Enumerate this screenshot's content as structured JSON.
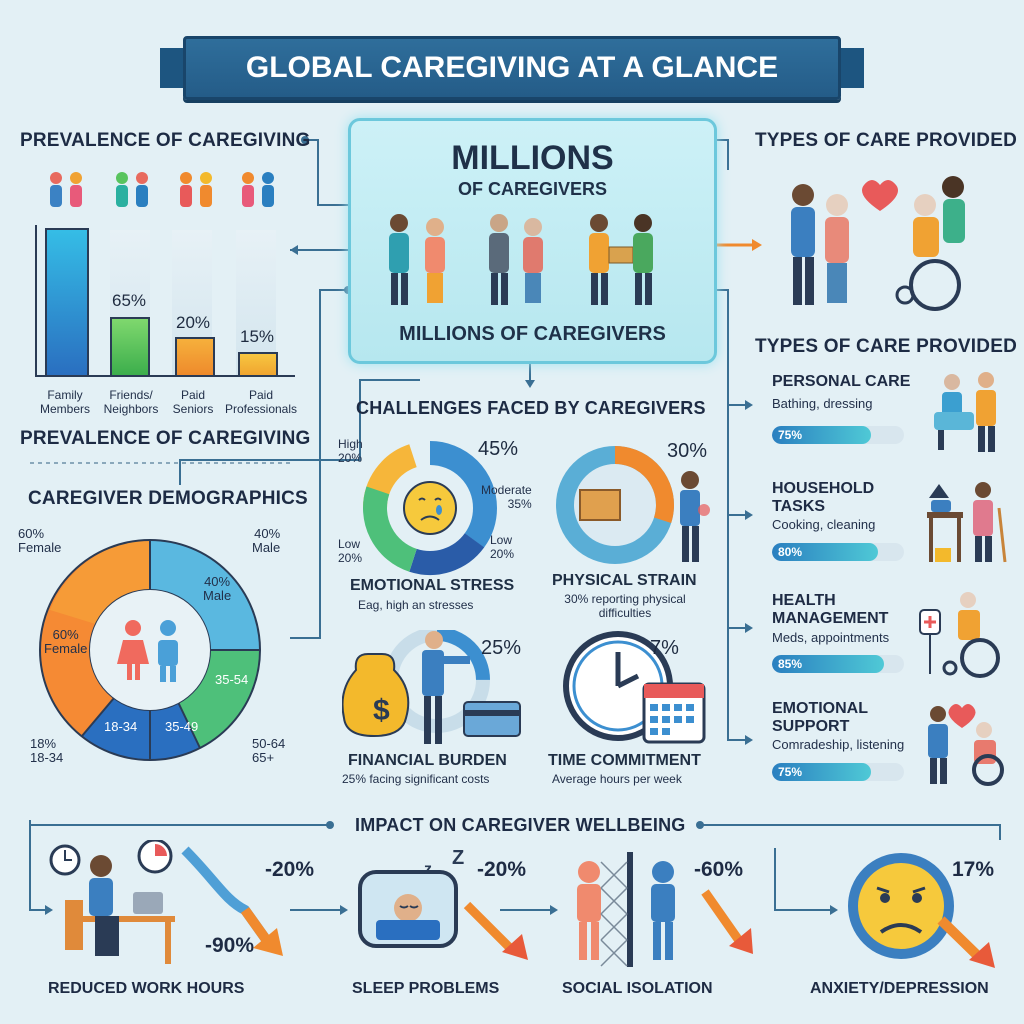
{
  "title": "GLOBAL CAREGIVING AT A GLANCE",
  "center": {
    "headline": "MILLIONS",
    "sub": "OF CAREGIVERS",
    "footer": "MILLIONS OF CAREGIVERS"
  },
  "prevalence": {
    "heading": "PREVALENCE OF CAREGIVING",
    "heading_bottom": "PREVALENCE OF CAREGIVING",
    "bars": [
      {
        "label": "Family\nMembers",
        "value_label": "",
        "value": 55
      },
      {
        "label": "Friends/\nNeighbors",
        "value_label": "65%",
        "value": 20
      },
      {
        "label": "Paid\nSeniors",
        "value_label": "20%",
        "value": 12
      },
      {
        "label": "Paid\nProfessionals",
        "value_label": "15%",
        "value": 7
      }
    ],
    "colors": [
      "#2a9fd6",
      "#58c45e",
      "#f0a233",
      "#f3b92c"
    ]
  },
  "demographics": {
    "heading": "CAREGIVER DEMOGRAPHICS",
    "outer_female": "60%\nFemale",
    "outer_male": "40%\nMale",
    "inner_male": "40%\nMale",
    "inner_female": "60%\nFemale",
    "seg_18_34": "18-34",
    "seg_35_49": "35-49",
    "seg_35_54": "35-54",
    "outer_18": "18%\n18-34",
    "outer_50": "50-64\n65+"
  },
  "challenges": {
    "heading": "CHALLENGES FACED BY CAREGIVERS",
    "emotional": {
      "title": "EMOTIONAL STRESS",
      "sub": "Eag, high an stresses",
      "pct": "45%",
      "high": "High\n20%",
      "moderate": "Moderate\n35%",
      "low_left": "Low\n20%",
      "low_right": "Low\n20%"
    },
    "physical": {
      "title": "PHYSICAL STRAIN",
      "sub": "30% reporting physical\ndifficulties",
      "pct": "30%"
    },
    "financial": {
      "title": "FINANCIAL BURDEN",
      "sub": "25% facing significant costs",
      "pct": "25%"
    },
    "time": {
      "title": "TIME COMMITMENT",
      "sub": "Average hours per week",
      "pct": "7%"
    }
  },
  "types": {
    "heading": "TYPES OF CARE PROVIDED",
    "heading2": "TYPES OF CARE PROVIDED",
    "items": [
      {
        "title": "PERSONAL CARE",
        "sub": "Bathing, dressing",
        "pct_label": "75%",
        "value": 0.75
      },
      {
        "title": "HOUSEHOLD\nTASKS",
        "sub": "Cooking, cleaning",
        "pct_label": "80%",
        "value": 0.8
      },
      {
        "title": "HEALTH\nMANAGEMENT",
        "sub": "Meds, appointments",
        "pct_label": "85%",
        "value": 0.85
      },
      {
        "title": "EMOTIONAL\nSUPPORT",
        "sub": "Comradeship, listening",
        "pct_label": "75%",
        "value": 0.75
      }
    ]
  },
  "impact": {
    "heading": "IMPACT ON CAREGIVER WELLBEING",
    "items": [
      {
        "label": "REDUCED WORK HOURS",
        "pct": "-20%",
        "pct2": "-90%"
      },
      {
        "label": "SLEEP PROBLEMS",
        "pct": "-20%"
      },
      {
        "label": "SOCIAL ISOLATION",
        "pct": "-60%"
      },
      {
        "label": "ANXIETY/DEPRESSION",
        "pct": "17%"
      }
    ]
  },
  "colors": {
    "background": "#e3f0f5",
    "banner": "#2a6592",
    "accent_cyan": "#4fc9d6",
    "orange": "#f08a2e",
    "green": "#58c45e",
    "blue": "#2a7fc0"
  }
}
